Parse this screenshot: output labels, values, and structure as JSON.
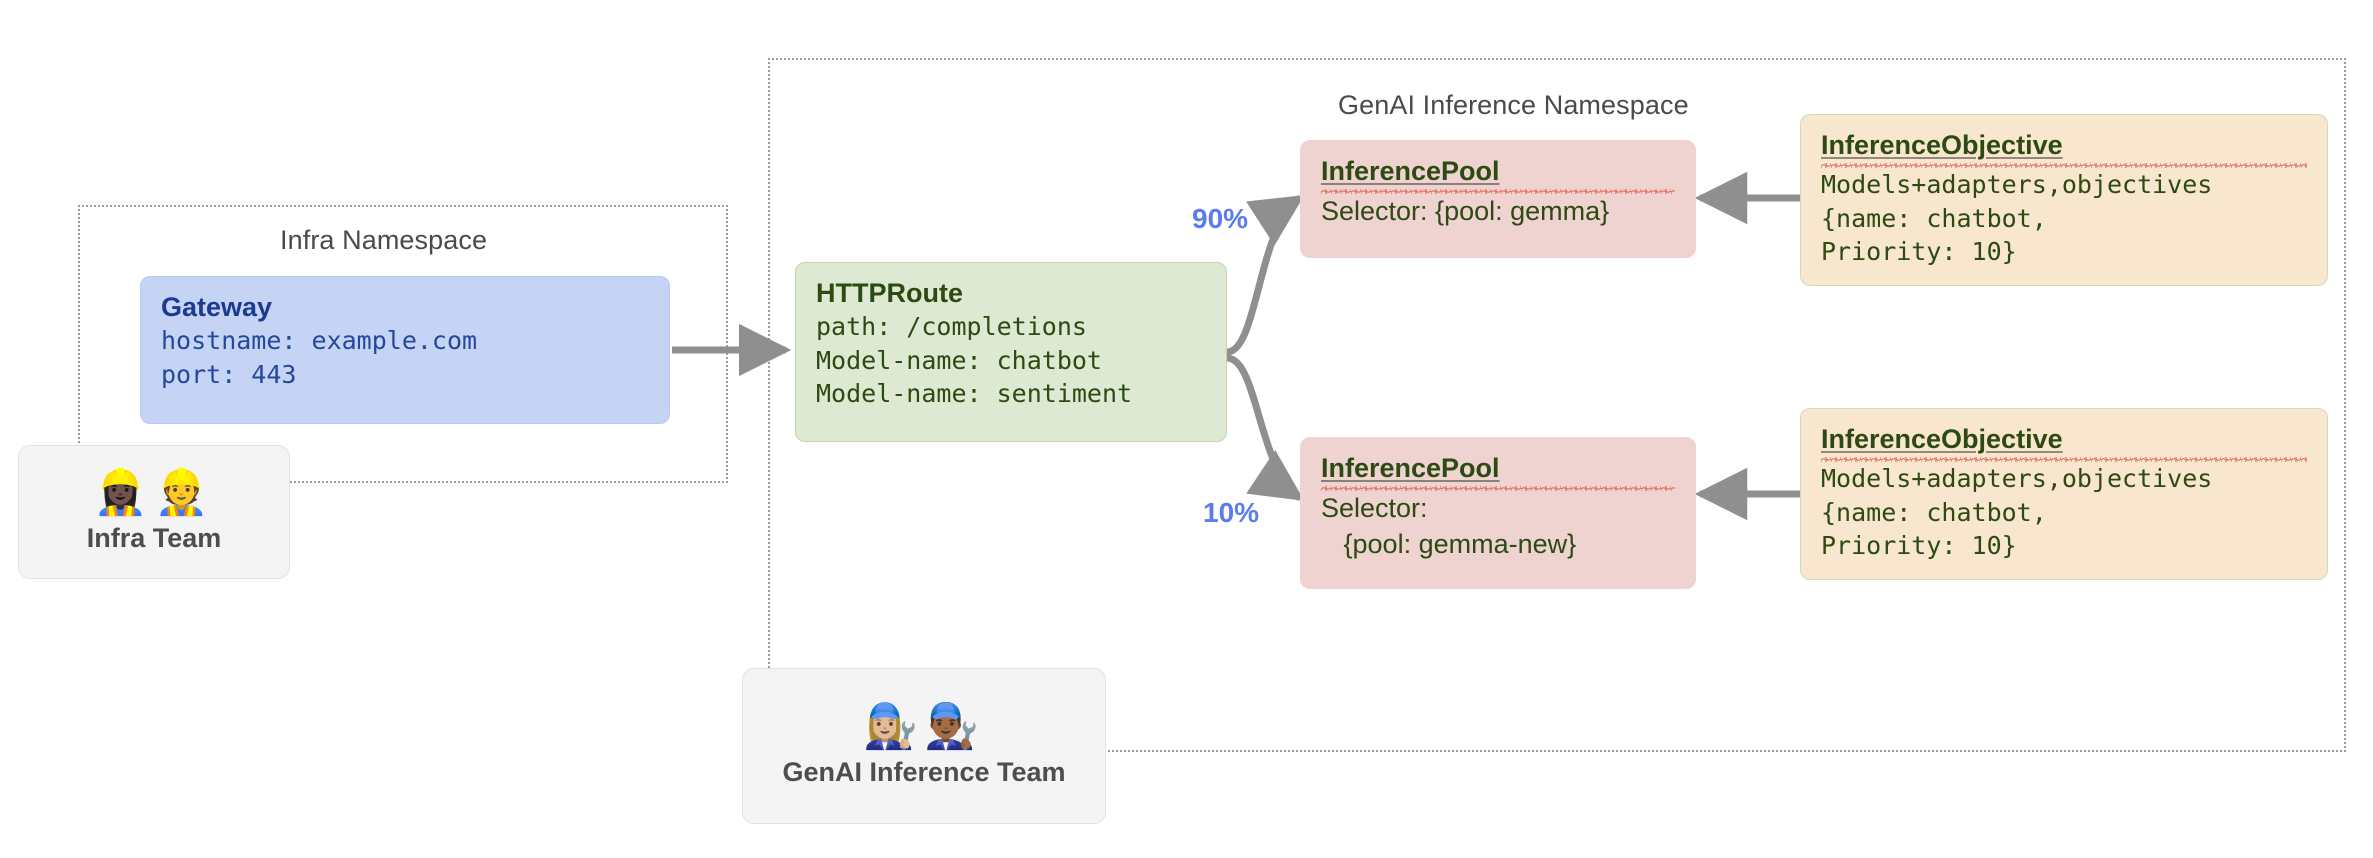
{
  "diagram": {
    "namespaces": [
      {
        "id": "infra",
        "title": "Infra Namespace"
      },
      {
        "id": "genai",
        "title": "GenAI Inference Namespace"
      }
    ],
    "nodes": {
      "gateway": {
        "title": "Gateway",
        "lines": [
          "hostname: example.com",
          "port: 443"
        ]
      },
      "httproute": {
        "title": "HTTPRoute",
        "lines": [
          "path: /completions",
          "Model-name: chatbot",
          "Model-name: sentiment"
        ]
      },
      "pool_gemma": {
        "title": "InferencePool",
        "lines": [
          "Selector: {pool: gemma}"
        ]
      },
      "pool_gemma_new": {
        "title": "InferencePool",
        "lines": [
          "Selector:",
          "   {pool: gemma-new}"
        ]
      },
      "objective_top": {
        "title": "InferenceObjective",
        "lines": [
          "Models+adapters,objectives",
          "{name: chatbot,",
          "Priority: 10}"
        ]
      },
      "objective_bottom": {
        "title": "InferenceObjective",
        "lines": [
          "Models+adapters,objectives",
          "{name: chatbot,",
          "Priority: 10}"
        ]
      }
    },
    "teams": [
      {
        "id": "infra-team",
        "label": "Infra Team",
        "emojis": "👷🏿‍♀️👷"
      },
      {
        "id": "genai-team",
        "label": "GenAI Inference Team",
        "emojis": "👩🏼‍🔧👨🏾‍🔧"
      }
    ],
    "edge_labels": {
      "split_top": "90%",
      "split_bottom": "10%"
    },
    "colors": {
      "gateway_fill": "#c5d3f5",
      "route_fill": "#dde9d2",
      "pool_fill": "#eed3d1",
      "objective_fill": "#f8e6cf",
      "arrow": "#8f8f8f",
      "percent_label": "#5b7cf0",
      "namespace_border": "#9a9a9a",
      "spellcheck_underline": "#e04a3c"
    }
  }
}
